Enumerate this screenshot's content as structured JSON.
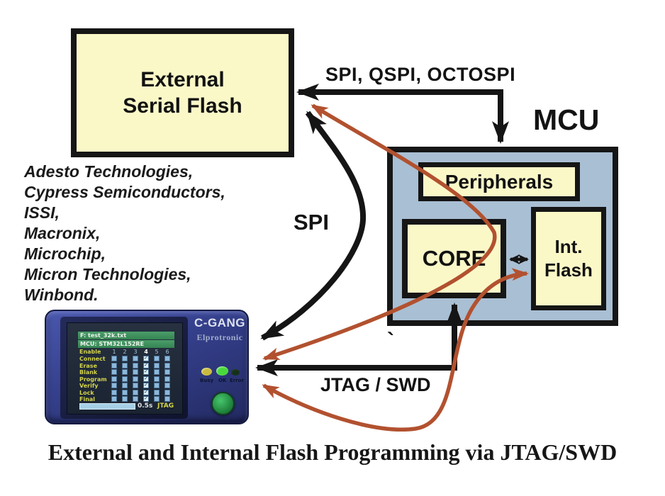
{
  "title": "External and Internal Flash Programming via JTAG/SWD",
  "labels": {
    "bus_top": "SPI, QSPI, OCTOSPI",
    "mcu": "MCU",
    "spi": "SPI",
    "jtag_swd": "JTAG / SWD",
    "stray_tick": "`"
  },
  "boxes": {
    "external_flash_line1": "External",
    "external_flash_line2": "Serial Flash",
    "peripherals": "Peripherals",
    "core": "CORE",
    "int_flash_line1": "Int.",
    "int_flash_line2": "Flash"
  },
  "vendors": [
    "Adesto Technologies,",
    "Cypress Semiconductors,",
    "ISSI,",
    "Macronix,",
    "Microchip,",
    "Micron Technologies,",
    "Winbond."
  ],
  "device": {
    "brand": "C-GANG",
    "maker": "Elprotronic",
    "screen": {
      "file_row": "F: test_32k.txt",
      "mcu_row": "MCU: STM32L152RE",
      "row_labels": [
        "Enable",
        "Connect",
        "Erase",
        "Blank",
        "Program",
        "Verify",
        "Lock",
        "Final"
      ],
      "columns": [
        "1",
        "2",
        "3",
        "4",
        "5",
        "6"
      ],
      "selected_column": "4",
      "checked_column_index": 3,
      "time": "0.5s",
      "mode": "JTAG"
    },
    "leds": [
      {
        "label": "Busy",
        "color": "#c9b93e"
      },
      {
        "label": "OK",
        "color": "#49d83c"
      },
      {
        "label": "Error",
        "color": "#16301c"
      }
    ]
  },
  "colors": {
    "box_fill": "#fbf8c8",
    "mcu_fill": "#a9bfd3",
    "outline": "#161616",
    "brown_arrow": "#b2512f",
    "device_body": "#35408c",
    "screen_green_bar": "#3f9160",
    "screen_label_yellow": "#d3d44a",
    "checkbox_blue": "#8cb8da"
  }
}
